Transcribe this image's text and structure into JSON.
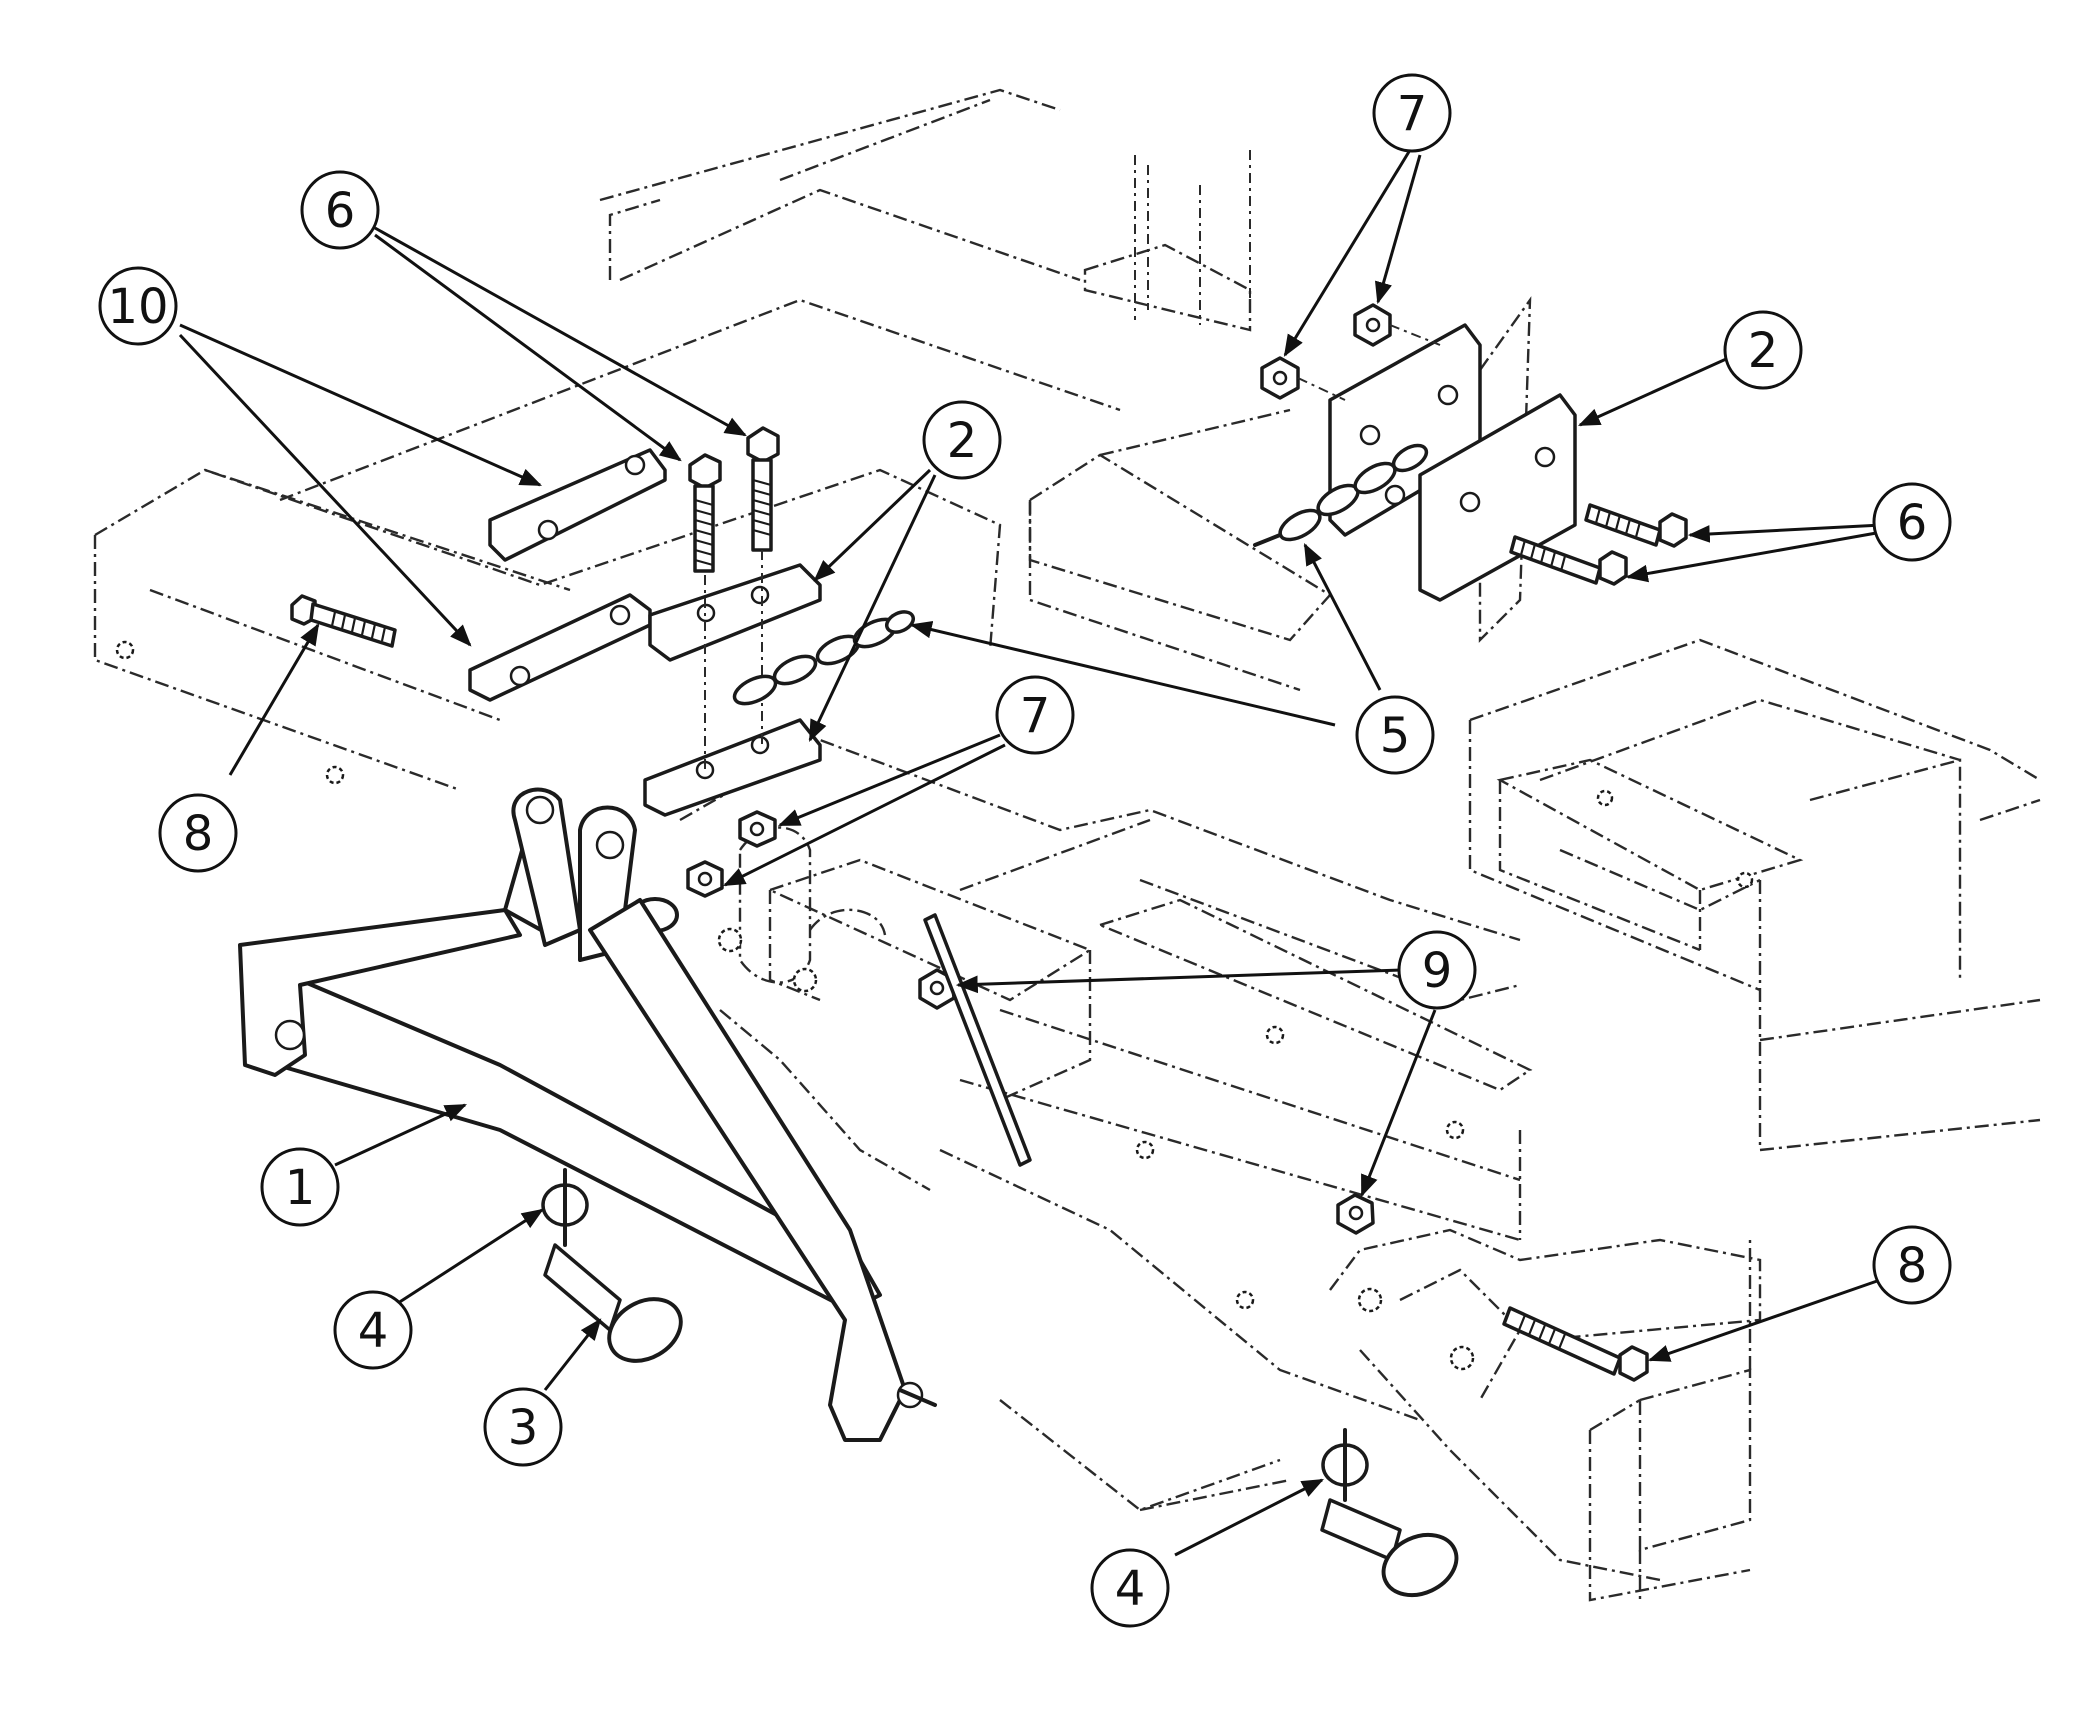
{
  "callouts": [
    {
      "id": "c10",
      "label": "10"
    },
    {
      "id": "c6a",
      "label": "6"
    },
    {
      "id": "c2a",
      "label": "2"
    },
    {
      "id": "c8a",
      "label": "8"
    },
    {
      "id": "c7a",
      "label": "7"
    },
    {
      "id": "c5",
      "label": "5"
    },
    {
      "id": "c7b",
      "label": "7"
    },
    {
      "id": "c2b",
      "label": "2"
    },
    {
      "id": "c6b",
      "label": "6"
    },
    {
      "id": "c9",
      "label": "9"
    },
    {
      "id": "c8b",
      "label": "8"
    },
    {
      "id": "c1",
      "label": "1"
    },
    {
      "id": "c4a",
      "label": "4"
    },
    {
      "id": "c3",
      "label": "3"
    },
    {
      "id": "c4b",
      "label": "4"
    }
  ]
}
